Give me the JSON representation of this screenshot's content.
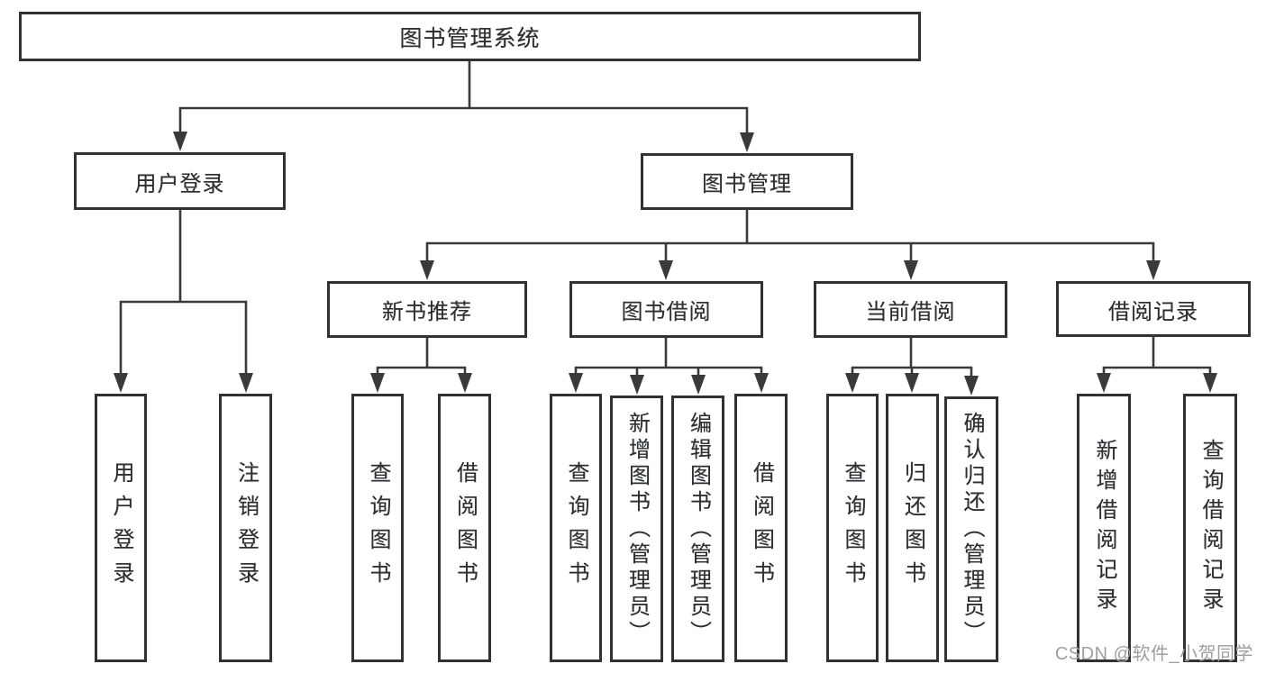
{
  "tree": {
    "root": "图书管理系统",
    "branches": [
      {
        "label": "用户登录",
        "leaves": [
          "用户登录",
          "注销登录"
        ]
      },
      {
        "label": "图书管理",
        "subbranches": [
          {
            "label": "新书推荐",
            "leaves": [
              "查询图书",
              "借阅图书"
            ]
          },
          {
            "label": "图书借阅",
            "leaves": [
              "查询图书",
              "新增图书（管理员）",
              "编辑图书（管理员）",
              "借阅图书"
            ]
          },
          {
            "label": "当前借阅",
            "leaves": [
              "查询图书",
              "归还图书",
              "确认归还（管理员）"
            ]
          },
          {
            "label": "借阅记录",
            "leaves": [
              "新增借阅记录",
              "查询借阅记录"
            ]
          }
        ]
      }
    ]
  },
  "watermark": "CSDN @软件_小贺同学",
  "colors": {
    "line": "#3a3a3a",
    "box_border": "#323232",
    "text": "#2f2f2f",
    "watermark_text": "#9e9e9e",
    "background": "#ffffff"
  }
}
